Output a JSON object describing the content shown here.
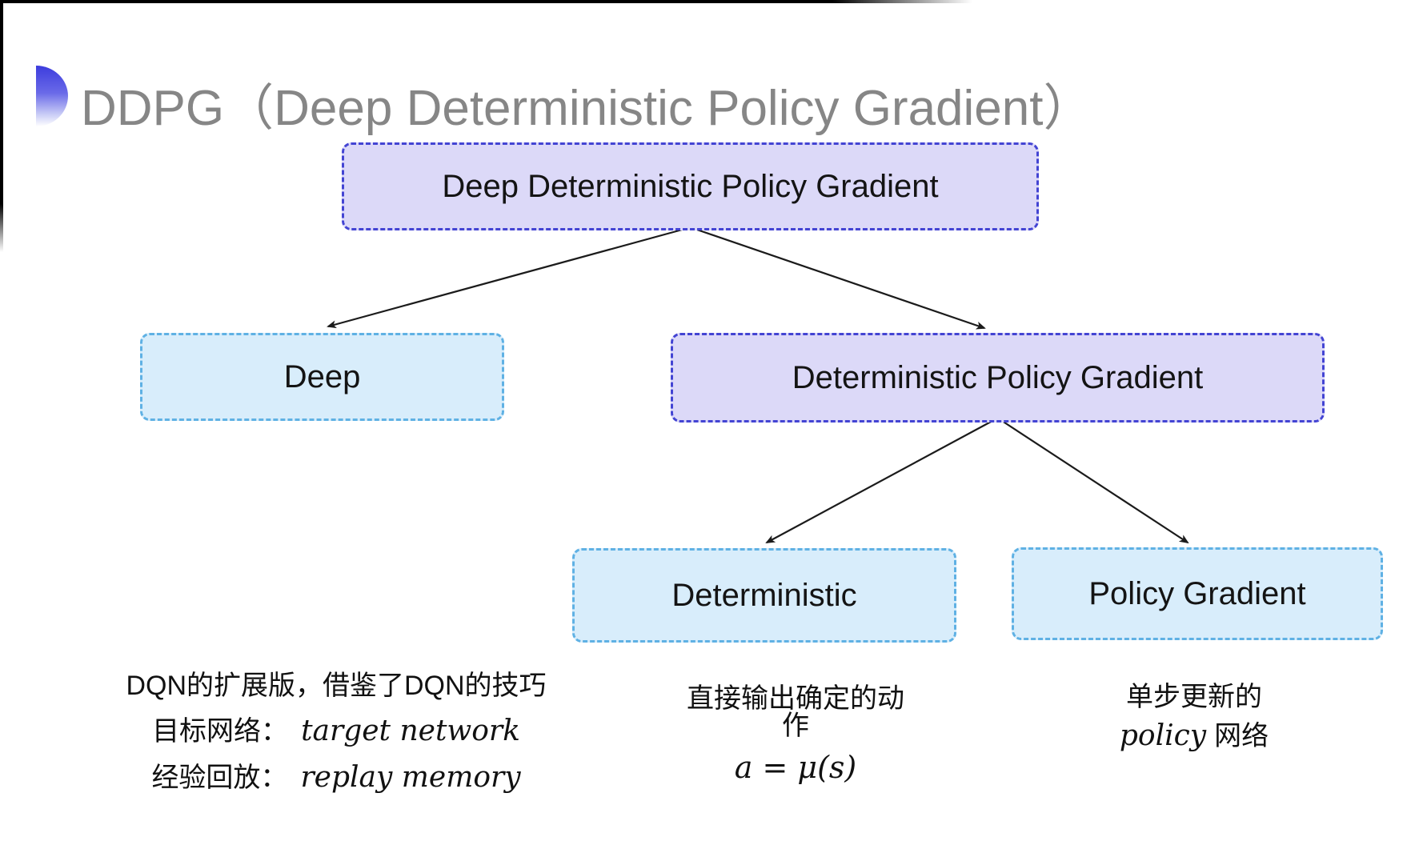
{
  "title": {
    "text": "DDPG（Deep Deterministic Policy Gradient）"
  },
  "tree": {
    "nodes": [
      {
        "id": "root",
        "label": "Deep Deterministic Policy Gradient",
        "variant": "purple"
      },
      {
        "id": "deep",
        "label": "Deep",
        "variant": "blue"
      },
      {
        "id": "dpg",
        "label": "Deterministic Policy Gradient",
        "variant": "purple"
      },
      {
        "id": "deterministic",
        "label": "Deterministic",
        "variant": "blue"
      },
      {
        "id": "policy_gradient",
        "label": "Policy Gradient",
        "variant": "blue"
      }
    ],
    "edges": [
      {
        "from": "root",
        "to": "deep"
      },
      {
        "from": "root",
        "to": "dpg"
      },
      {
        "from": "dpg",
        "to": "deterministic"
      },
      {
        "from": "dpg",
        "to": "policy_gradient"
      }
    ]
  },
  "notes": {
    "deep": {
      "line1": "DQN的扩展版，借鉴了DQN的技巧",
      "line2_zh": "目标网络：",
      "line2_en": "target network",
      "line3_zh": "经验回放：",
      "line3_en": "replay memory"
    },
    "deterministic": {
      "line1": "直接输出确定的动作",
      "formula": "a = μ(s)"
    },
    "policy_gradient": {
      "line1": "单步更新的",
      "line2_en": "policy",
      "line2_zh": "网络"
    }
  },
  "colors": {
    "purple_fill": "#dcd9f8",
    "purple_border": "#4344d3",
    "blue_fill": "#d8edfb",
    "blue_border": "#5fb1e4",
    "title_gray": "#868686",
    "arrow": "#1b1b1b",
    "accent_top": "#3c3cdd"
  },
  "icons": {
    "accent": "semicircle-gradient-icon"
  }
}
